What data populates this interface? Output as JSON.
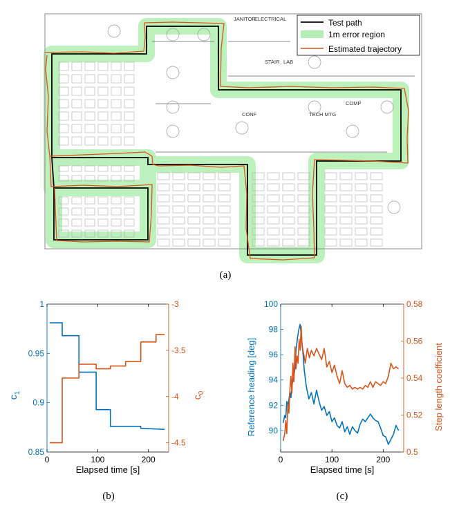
{
  "panels": {
    "a": {
      "caption": "(a)"
    },
    "b": {
      "caption": "(b)"
    },
    "c": {
      "caption": "(c)"
    }
  },
  "legend_a": {
    "entries": [
      {
        "label": "Test path",
        "color": "#000000",
        "kind": "line"
      },
      {
        "label": "1m error region",
        "color": "#b5efb5",
        "kind": "patch"
      },
      {
        "label": "Estimated trajectory",
        "color": "#d95319",
        "kind": "line"
      }
    ]
  },
  "floorplan_labels": [
    "JANITOR",
    "ELECTRICAL",
    "STAIR",
    "LAB",
    "COMP",
    "CONF",
    "TECH MTG"
  ],
  "colors": {
    "blue": "#0072bd",
    "orange": "#d95319",
    "green_region": "#b5efb5",
    "grid_gray": "#9a9a9a"
  },
  "chart_data": [
    {
      "panel": "b",
      "type": "line",
      "xlabel": "Elapsed time [s]",
      "xlim": [
        0,
        240
      ],
      "xticks": [
        0,
        100,
        200
      ],
      "left_axis": {
        "label_main": "c",
        "label_sub": "1",
        "color": "#0072bd",
        "ylim": [
          0.85,
          1
        ],
        "yticks": [
          "0.85",
          "0.9",
          "0.95",
          "1"
        ],
        "tick_values": [
          0.85,
          0.9,
          0.95,
          1
        ]
      },
      "right_axis": {
        "label_main": "c",
        "label_sub": "0",
        "color": "#d95319",
        "ylim": [
          -4.6,
          -3
        ],
        "yticks": [
          "-4.5",
          "-4",
          "-3.5",
          "-3"
        ],
        "tick_values": [
          -4.5,
          -4,
          -3.5,
          -3
        ]
      },
      "series": [
        {
          "axis": "left",
          "color": "#0072bd",
          "x": [
            5,
            30,
            30,
            63,
            63,
            97,
            97,
            125,
            125,
            185,
            185,
            232
          ],
          "y": [
            0.981,
            0.981,
            0.968,
            0.968,
            0.931,
            0.931,
            0.893,
            0.893,
            0.876,
            0.876,
            0.874,
            0.873
          ]
        },
        {
          "axis": "right",
          "color": "#d95319",
          "x": [
            5,
            30,
            30,
            63,
            63,
            97,
            97,
            125,
            125,
            155,
            155,
            185,
            185,
            215,
            215,
            232
          ],
          "y": [
            -4.5,
            -4.5,
            -3.8,
            -3.8,
            -3.65,
            -3.65,
            -3.7,
            -3.7,
            -3.67,
            -3.67,
            -3.62,
            -3.62,
            -3.41,
            -3.41,
            -3.33,
            -3.33
          ]
        }
      ]
    },
    {
      "panel": "c",
      "type": "line",
      "xlabel": "Elapsed time [s]",
      "xlim": [
        0,
        240
      ],
      "xticks": [
        0,
        100,
        200
      ],
      "left_axis": {
        "label_main": "Reference heading [deg]",
        "color": "#0072bd",
        "ylim": [
          88.3,
          100
        ],
        "yticks": [
          "90",
          "92",
          "94",
          "96",
          "98",
          "100"
        ],
        "tick_values": [
          90,
          92,
          94,
          96,
          98,
          100
        ]
      },
      "right_axis": {
        "label_main": "Step length coefficient",
        "color": "#d95319",
        "ylim": [
          0.5,
          0.58
        ],
        "yticks": [
          "0.5",
          "0.52",
          "0.54",
          "0.56",
          "0.58"
        ],
        "tick_values": [
          0.5,
          0.52,
          0.54,
          0.56,
          0.58
        ]
      },
      "series": [
        {
          "axis": "left",
          "color": "#0072bd",
          "x": [
            5,
            8,
            10,
            12,
            15,
            18,
            20,
            23,
            26,
            28,
            30,
            33,
            36,
            38,
            40,
            43,
            46,
            50,
            55,
            60,
            65,
            70,
            75,
            80,
            85,
            90,
            95,
            100,
            105,
            110,
            115,
            120,
            125,
            130,
            135,
            140,
            145,
            150,
            155,
            160,
            165,
            170,
            175,
            180,
            185,
            190,
            195,
            200,
            205,
            210,
            215,
            220,
            225,
            230
          ],
          "y": [
            90.6,
            91.2,
            91.0,
            92.3,
            92.0,
            93.1,
            92.6,
            93.8,
            94.3,
            95.0,
            96.4,
            97.4,
            98.1,
            98.4,
            97.6,
            96.4,
            94.8,
            93.5,
            92.5,
            93.0,
            92.1,
            93.2,
            92.3,
            91.6,
            91.9,
            91.2,
            91.5,
            90.7,
            91.0,
            90.4,
            90.2,
            90.7,
            89.9,
            90.3,
            89.7,
            90.3,
            90.0,
            89.8,
            90.5,
            90.9,
            90.7,
            91.0,
            91.3,
            91.0,
            90.8,
            90.7,
            90.2,
            89.6,
            89.5,
            88.9,
            89.3,
            89.7,
            90.4,
            90.0
          ]
        },
        {
          "axis": "right",
          "color": "#d95319",
          "x": [
            5,
            8,
            10,
            12,
            14,
            16,
            18,
            20,
            22,
            24,
            26,
            28,
            30,
            32,
            34,
            36,
            38,
            40,
            42,
            45,
            48,
            52,
            56,
            60,
            65,
            70,
            75,
            80,
            85,
            90,
            95,
            100,
            105,
            110,
            115,
            120,
            125,
            130,
            135,
            140,
            145,
            150,
            155,
            160,
            165,
            170,
            175,
            180,
            185,
            190,
            195,
            200,
            205,
            210,
            215,
            220,
            225,
            230
          ],
          "y": [
            0.506,
            0.51,
            0.517,
            0.51,
            0.526,
            0.521,
            0.533,
            0.541,
            0.532,
            0.548,
            0.538,
            0.557,
            0.545,
            0.552,
            0.548,
            0.561,
            0.555,
            0.568,
            0.557,
            0.553,
            0.548,
            0.556,
            0.551,
            0.555,
            0.552,
            0.556,
            0.553,
            0.55,
            0.556,
            0.546,
            0.549,
            0.543,
            0.547,
            0.541,
            0.537,
            0.544,
            0.537,
            0.535,
            0.536,
            0.534,
            0.535,
            0.534,
            0.535,
            0.534,
            0.536,
            0.535,
            0.538,
            0.535,
            0.538,
            0.537,
            0.536,
            0.538,
            0.537,
            0.541,
            0.548,
            0.545,
            0.546,
            0.545
          ]
        }
      ]
    }
  ]
}
